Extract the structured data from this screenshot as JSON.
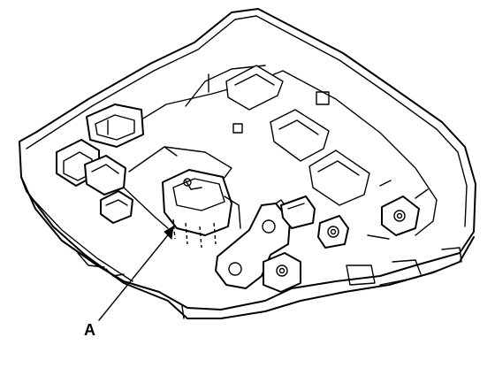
{
  "diagram": {
    "callouts": [
      {
        "label": "A"
      }
    ],
    "icons": [
      "relay-fuse-box-body",
      "relay-component",
      "mounting-bracket",
      "callout-arrow"
    ]
  }
}
